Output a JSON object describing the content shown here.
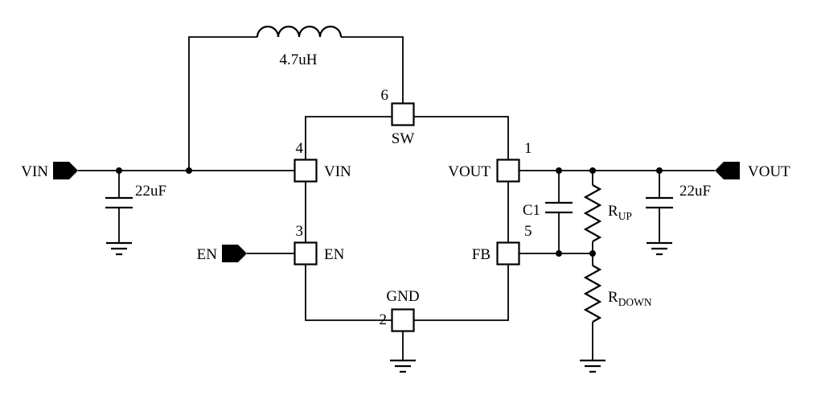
{
  "schematic": {
    "terminals": {
      "vin": "VIN",
      "en": "EN",
      "vout": "VOUT"
    },
    "components": {
      "inductor_value": "4.7uH",
      "input_cap_value": "22uF",
      "output_cap_value": "22uF",
      "c1_label": "C1",
      "r_up": {
        "base": "R",
        "sub": "UP"
      },
      "r_down": {
        "base": "R",
        "sub": "DOWN"
      }
    },
    "ic": {
      "pins": {
        "sw": {
          "number": "6",
          "name": "SW"
        },
        "vin": {
          "number": "4",
          "name": "VIN"
        },
        "en": {
          "number": "3",
          "name": "EN"
        },
        "gnd": {
          "number": "2",
          "name": "GND"
        },
        "vout": {
          "number": "1",
          "name": "VOUT"
        },
        "fb": {
          "number": "5",
          "name": "FB"
        }
      }
    }
  },
  "colors": {
    "line": "#000000",
    "background": "#ffffff"
  }
}
